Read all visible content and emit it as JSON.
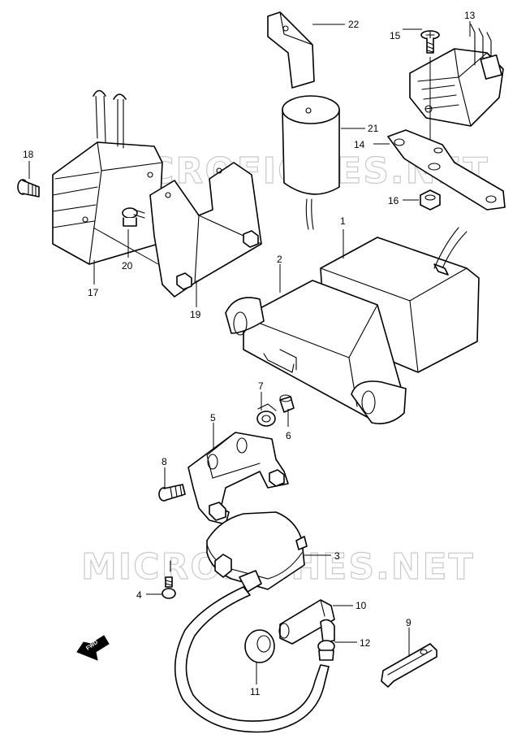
{
  "watermark": {
    "text": "MICROFICHES.NET"
  },
  "direction_marker": {
    "text": "FWD"
  },
  "callouts": {
    "p1": "1",
    "p2": "2",
    "p3": "3",
    "p4": "4",
    "p5": "5",
    "p6": "6",
    "p7": "7",
    "p8": "8",
    "p9": "9",
    "p10": "10",
    "p11": "11",
    "p12": "12",
    "p13": "13",
    "p14": "14",
    "p15": "15",
    "p16": "16",
    "p17": "17",
    "p18": "18",
    "p19": "19",
    "p20": "20",
    "p21": "21",
    "p22": "22"
  },
  "colors": {
    "line": "#000000",
    "background": "#ffffff",
    "watermark": "#c9c9c9"
  }
}
